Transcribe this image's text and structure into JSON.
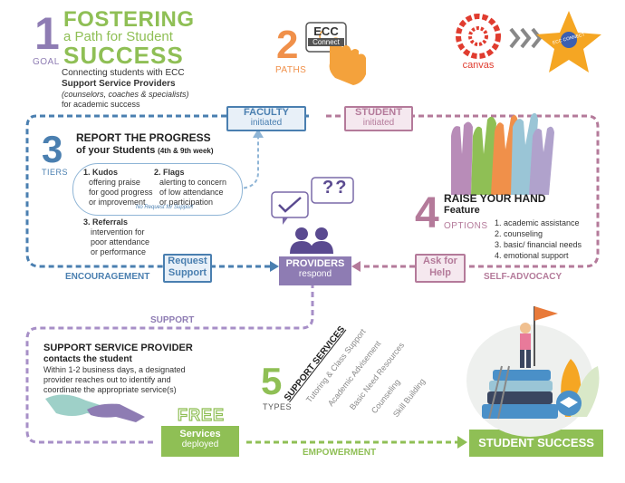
{
  "colors": {
    "purple": "#8e7cb3",
    "green": "#8fbf55",
    "orange": "#f0904a",
    "blue": "#4a7fb0",
    "mauve": "#b47a9a",
    "yellow": "#f5d44a",
    "dark_navy": "#3a4660"
  },
  "goal": {
    "number": "1",
    "label": "GOAL",
    "title_line1": "FOSTERING",
    "title_line2": "a Path for Student",
    "title_line3": "SUCCESS",
    "desc_line1": "Connecting  students with ECC",
    "desc_line2": "Support Service Providers",
    "desc_line3": "(counselors, coaches & specialists)",
    "desc_line4": "for academic success"
  },
  "paths": {
    "number": "2",
    "label": "PATHS",
    "ecc_connect_line1": "ECC",
    "ecc_connect_line2": "Connect",
    "canvas_label": "canvas",
    "star_label": "ECC CONNECT",
    "faculty_tag_line1": "FACULTY",
    "faculty_tag_line2": "initiated",
    "student_tag_line1": "STUDENT",
    "student_tag_line2": "initiated"
  },
  "tiers": {
    "number": "3",
    "label": "TIERS",
    "title_line1": "REPORT THE PROGRESS",
    "title_line2": "of your Students",
    "title_note": "(4th & 9th week)",
    "kudos_line1": "1. Kudos",
    "kudos_line2": "offering praise",
    "kudos_line3": "for good progress",
    "kudos_line4": "or improvement",
    "flags_line1": "2. Flags",
    "flags_line2": "alerting to concern",
    "flags_line3": "of low attendance",
    "flags_line4": "or participation",
    "no_request": "No Request for Support",
    "referrals_line1": "3. Referrals",
    "referrals_line2": "intervention for",
    "referrals_line3": "poor attendance",
    "referrals_line4": "or performance"
  },
  "options": {
    "number": "4",
    "label": "OPTIONS",
    "title_line1": "RAISE YOUR HAND",
    "title_line2": "Feature",
    "items": [
      "1. academic assistance",
      "2. counseling",
      "3. basic/ financial needs",
      "4. emotional support"
    ]
  },
  "providers": {
    "line1": "PROVIDERS",
    "line2": "respond",
    "bubble_text": "??"
  },
  "request_support": {
    "line1": "Request",
    "line2": "Support"
  },
  "ask_for_help": {
    "line1": "Ask for",
    "line2": "Help"
  },
  "labels": {
    "encouragement": "ENCOURAGEMENT",
    "self_advocacy": "SELF-ADVOCACY",
    "support": "SUPPORT",
    "empowerment": "EMPOWERMENT"
  },
  "ssp": {
    "title_line1": "SUPPORT SERVICE PROVIDER",
    "title_line2": "contacts the student",
    "desc_line1": "Within 1-2 business days, a designated",
    "desc_line2": "provider reaches out to identify and",
    "desc_line3": "coordinate the appropriate service(s)"
  },
  "free": "FREE",
  "services_deployed": {
    "line1": "Services",
    "line2": "deployed"
  },
  "types": {
    "number": "5",
    "label": "TYPES",
    "heading": "SUPPORT SERVICES",
    "items": [
      "Tutoring & Class Support",
      "Academic Advisement",
      "Basic Need Resources",
      "Counseling",
      "Skill Building"
    ]
  },
  "student_success": "STUDENT SUCCESS"
}
